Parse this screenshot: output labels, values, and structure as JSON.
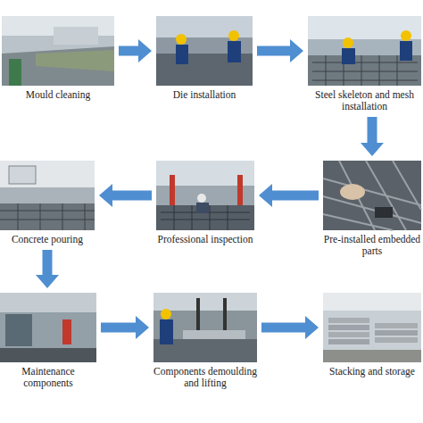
{
  "diagram": {
    "nodes": [
      {
        "text": [
          "Mould cleaning"
        ]
      },
      {
        "text": [
          "Die installation"
        ]
      },
      {
        "text": [
          "Steel skeleton and mesh installation"
        ]
      },
      {
        "text": [
          "Pre-installed embedded parts"
        ]
      },
      {
        "text": [
          "Professional inspection"
        ]
      },
      {
        "text": [
          "Concrete pouring"
        ]
      },
      {
        "text": [
          "Maintenance components"
        ]
      },
      {
        "text": [
          "Components demoulding and lifting"
        ]
      },
      {
        "text": [
          "Stacking and storage"
        ]
      }
    ],
    "edges": [
      {
        "from": 0,
        "to": 1,
        "arrow": "to"
      },
      {
        "from": 1,
        "to": 2,
        "arrow": "to"
      },
      {
        "from": 2,
        "to": 3,
        "arrow": "to"
      },
      {
        "from": 3,
        "to": 4,
        "arrow": "to"
      },
      {
        "from": 4,
        "to": 5,
        "arrow": "to"
      },
      {
        "from": 5,
        "to": 6,
        "arrow": "to"
      },
      {
        "from": 6,
        "to": 7,
        "arrow": "to"
      },
      {
        "from": 7,
        "to": 8,
        "arrow": "to"
      }
    ]
  }
}
